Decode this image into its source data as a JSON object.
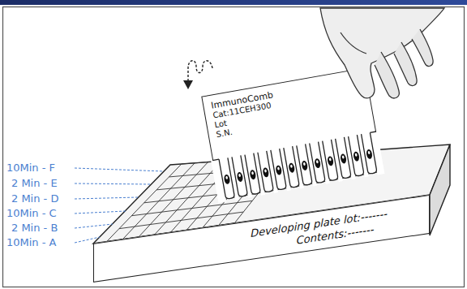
{
  "diagram": {
    "nodes": [
      {
        "text": [
          "ImmunoComb",
          "Cat:11CEH300",
          "Lot",
          "S.N."
        ]
      },
      {
        "text": [
          "Developing plate lot:-------",
          "Contents:-------"
        ]
      }
    ],
    "labels": [
      "10Min - F",
      "2 Min - E",
      "2 Min - D",
      "10Min - C",
      "2 Min - B",
      "10Min - A"
    ]
  }
}
